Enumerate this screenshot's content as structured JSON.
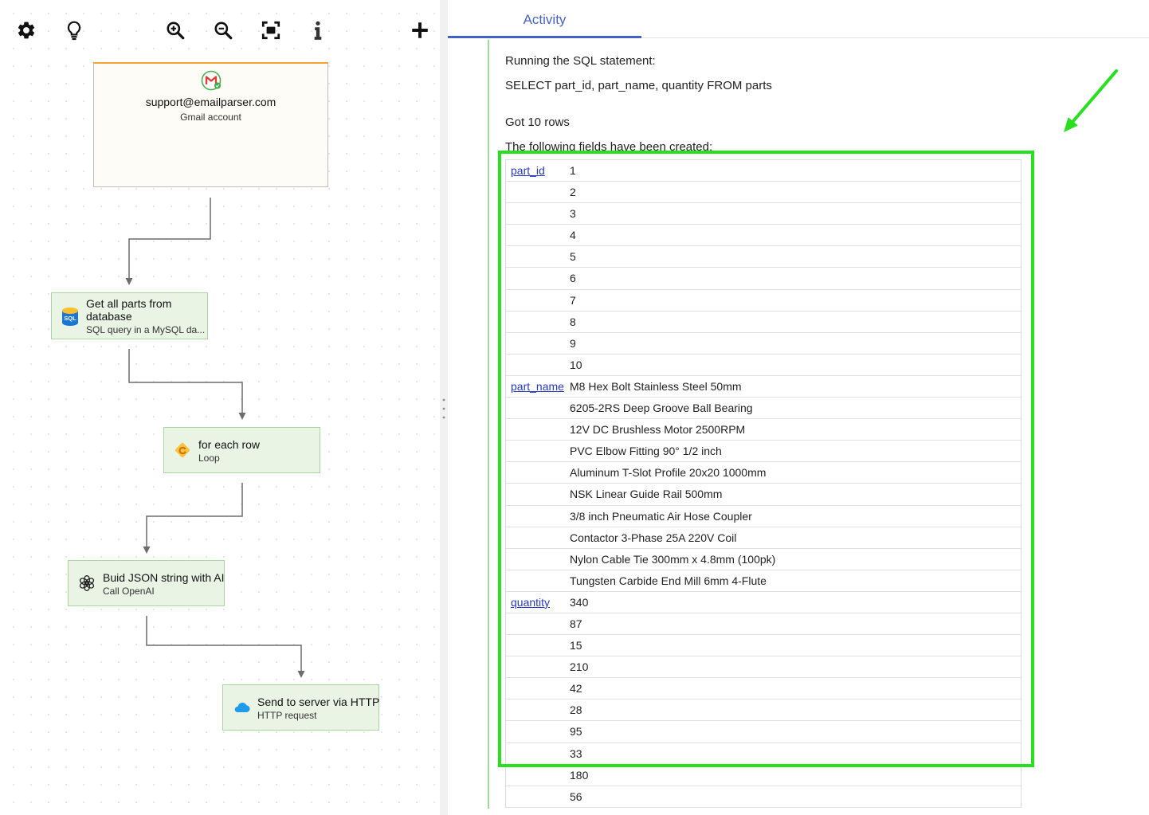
{
  "toolbar": {
    "icons": [
      "gear-icon",
      "lightbulb-icon",
      "zoom-in-icon",
      "zoom-out-icon",
      "fit-screen-icon",
      "info-icon",
      "plus-icon"
    ]
  },
  "workflow": {
    "trigger": {
      "title": "support@emailparser.com",
      "subtitle": "Gmail account",
      "icon": "gmail-icon"
    },
    "steps": [
      {
        "title": "Get all parts from database",
        "subtitle": "SQL query in a MySQL da...",
        "icon": "sql-database-icon",
        "icon_label": "SQL"
      },
      {
        "title": "for each row",
        "subtitle": "Loop",
        "icon": "loop-icon"
      },
      {
        "title": "Buid JSON string with AI",
        "subtitle": "Call OpenAI",
        "icon": "openai-icon"
      },
      {
        "title": "Send to server via HTTP",
        "subtitle": "HTTP request",
        "icon": "cloud-icon"
      }
    ]
  },
  "activity": {
    "tab_label": "Activity",
    "log": {
      "running": "Running the SQL statement:",
      "sql": "SELECT part_id, part_name, quantity FROM parts",
      "rows": "Got 10 rows",
      "fields": "The following fields have been created:"
    },
    "fields": [
      {
        "name": "part_id",
        "values": [
          "1",
          "2",
          "3",
          "4",
          "5",
          "6",
          "7",
          "8",
          "9",
          "10"
        ]
      },
      {
        "name": "part_name",
        "values": [
          "M8 Hex Bolt Stainless Steel 50mm",
          "6205-2RS Deep Groove Ball Bearing",
          "12V DC Brushless Motor 2500RPM",
          "PVC Elbow Fitting 90° 1/2 inch",
          "Aluminum T-Slot Profile 20x20 1000mm",
          "NSK Linear Guide Rail 500mm",
          "3/8 inch Pneumatic Air Hose Coupler",
          "Contactor 3-Phase 25A 220V Coil",
          "Nylon Cable Tie 300mm x 4.8mm (100pk)",
          "Tungsten Carbide End Mill 6mm 4-Flute"
        ]
      },
      {
        "name": "quantity",
        "values": [
          "340",
          "87",
          "15",
          "210",
          "42",
          "28",
          "95",
          "33",
          "180",
          "56"
        ]
      }
    ]
  },
  "colors": {
    "accent_blue": "#4864c8",
    "link_blue": "#2438c9",
    "node_green": "#e9f4e5",
    "node_border_green": "#a9d5a2",
    "trigger_accent_orange": "#f2a531",
    "activity_bar_green": "#9fd99f",
    "highlight_green": "#27e01f"
  }
}
